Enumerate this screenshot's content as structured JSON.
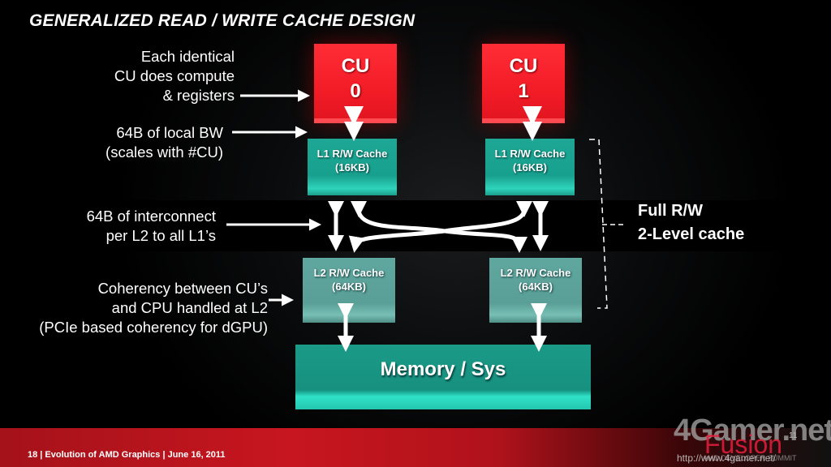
{
  "slide": {
    "title": "GENERALIZED READ / WRITE CACHE DESIGN"
  },
  "annotations": {
    "cu": [
      "Each identical",
      "CU does compute",
      "& registers"
    ],
    "local_bw": [
      "64B of local BW",
      "(scales with #CU)"
    ],
    "interconnect": [
      "64B of interconnect",
      "per L2 to all L1’s"
    ],
    "coherency": [
      "Coherency between CU’s",
      "and CPU handled at L2",
      "(PCIe based coherency for dGPU)"
    ],
    "side_label": [
      "Full R/W",
      "2-Level cache"
    ]
  },
  "blocks": {
    "cu0": [
      "CU",
      "0"
    ],
    "cu1": [
      "CU",
      "1"
    ],
    "l1_0": [
      "L1 R/W Cache",
      "(16KB)"
    ],
    "l1_1": [
      "L1 R/W Cache",
      "(16KB)"
    ],
    "l2_0": [
      "L2 R/W Cache",
      "(64KB)"
    ],
    "l2_1": [
      "L2 R/W Cache",
      "(64KB)"
    ],
    "memory": "Memory / Sys"
  },
  "colors": {
    "cu": "#f21c27",
    "l1": "#18a08e",
    "l2": "#5a9f97",
    "memory": "#17907f",
    "footer": "#c7161f"
  },
  "footer": {
    "text": "18  |  Evolution of AMD Graphics  |  June 16, 2011"
  },
  "watermark": {
    "site": "4Gamer.net",
    "event": "Fusion",
    "edition": "11",
    "url": "http://www.4gamer.net/",
    "subtitle": "AMD DEVELOPER SUMMIT"
  }
}
